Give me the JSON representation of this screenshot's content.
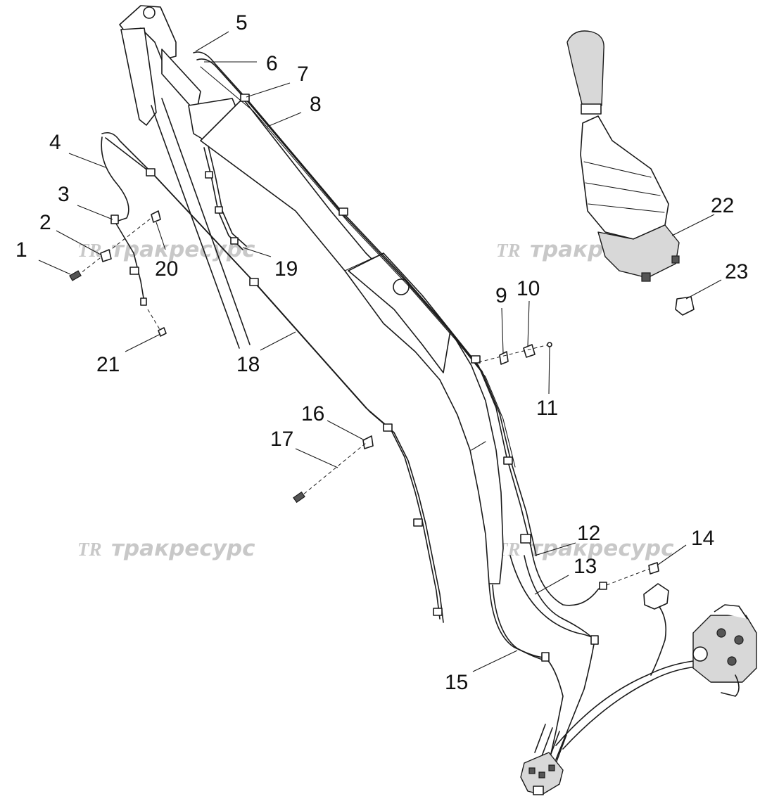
{
  "callouts": [
    {
      "num": "1"
    },
    {
      "num": "2"
    },
    {
      "num": "3"
    },
    {
      "num": "4"
    },
    {
      "num": "5"
    },
    {
      "num": "6"
    },
    {
      "num": "7"
    },
    {
      "num": "8"
    },
    {
      "num": "9"
    },
    {
      "num": "10"
    },
    {
      "num": "11"
    },
    {
      "num": "12"
    },
    {
      "num": "13"
    },
    {
      "num": "14"
    },
    {
      "num": "15"
    },
    {
      "num": "16"
    },
    {
      "num": "17"
    },
    {
      "num": "18"
    },
    {
      "num": "19"
    },
    {
      "num": "20"
    },
    {
      "num": "21"
    },
    {
      "num": "22"
    },
    {
      "num": "23"
    }
  ],
  "watermark": {
    "logo": "TR",
    "text": "тракресурс",
    "color": "#c8c8c8"
  },
  "colors": {
    "line": "#1a1a1a",
    "background": "#ffffff"
  }
}
